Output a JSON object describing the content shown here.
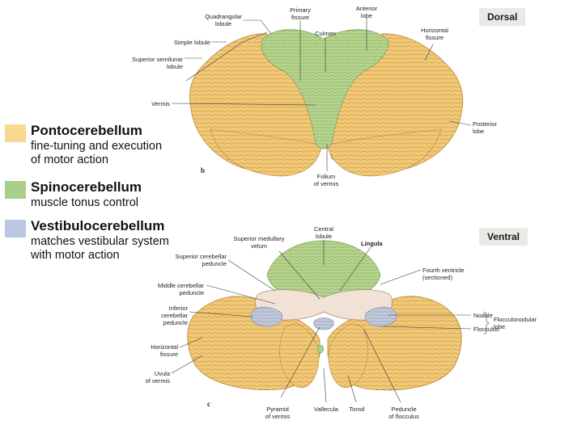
{
  "views": {
    "dorsal": "Dorsal",
    "ventral": "Ventral"
  },
  "legend": [
    {
      "title": "Pontocerebellum",
      "line1": "fine-tuning and execution",
      "line2": "of motor action",
      "color": "#f7d98f"
    },
    {
      "title": "Spinocerebellum",
      "line1": "muscle tonus control",
      "line2": "",
      "color": "#a9cf8a"
    },
    {
      "title": "Vestibulocerebellum",
      "line1": "matches vestibular system",
      "line2": "with motor action",
      "color": "#bcc8e2"
    }
  ],
  "figure_letters": {
    "b": "b",
    "c": "c"
  },
  "dorsal_labels": {
    "quadrangular_lobule": {
      "l1": "Quadrangular",
      "l2": "lobule"
    },
    "primary_fissure": {
      "l1": "Primary",
      "l2": "fissure"
    },
    "anterior_lobe": {
      "l1": "Anterior",
      "l2": "lobe"
    },
    "culmen": "Culmen",
    "horizontal_fissure": {
      "l1": "Horizontal",
      "l2": "fissure"
    },
    "simple_lobule": "Simple lobule",
    "superior_semilunar_lobule": {
      "l1": "Superior semilunar",
      "l2": "lobule"
    },
    "vermis": "Vermis",
    "posterior_lobe": {
      "l1": "Posterior",
      "l2": "lobe"
    },
    "folium_of_vermis": {
      "l1": "Folium",
      "l2": "of vermis"
    }
  },
  "ventral_labels": {
    "central_lobule": {
      "l1": "Central",
      "l2": "lobule"
    },
    "superior_medullary_velum": {
      "l1": "Superior medullary",
      "l2": "velum"
    },
    "lingula": "Lingula",
    "superior_cerebellar_peduncle": {
      "l1": "Superior cerebellar",
      "l2": "peduncle"
    },
    "fourth_ventricle": {
      "l1": "Fourth ventricle",
      "l2": "(sectioned)"
    },
    "middle_cerebellar_peduncle": {
      "l1": "Middle cerebellar",
      "l2": "peduncle"
    },
    "nodule": "Nodule",
    "flocculonodular_lobe": {
      "l1": "Flocculonodular",
      "l2": "lobe"
    },
    "flocculus": "Flocculus",
    "inferior_cerebellar_peduncle": {
      "l1": "Inferior",
      "l2": "cerebellar",
      "l3": "peduncle"
    },
    "horizontal_fissure": {
      "l1": "Horizontal",
      "l2": "fissure"
    },
    "uvula_of_vermis": {
      "l1": "Uvula",
      "l2": "of vermis"
    },
    "pyramid_of_vermis": {
      "l1": "Pyramid",
      "l2": "of vermis"
    },
    "vallecula": "Vallecula",
    "tonsil": "Tonsil",
    "peduncle_of_flocculus": {
      "l1": "Peduncle",
      "l2": "of flocculus"
    }
  }
}
